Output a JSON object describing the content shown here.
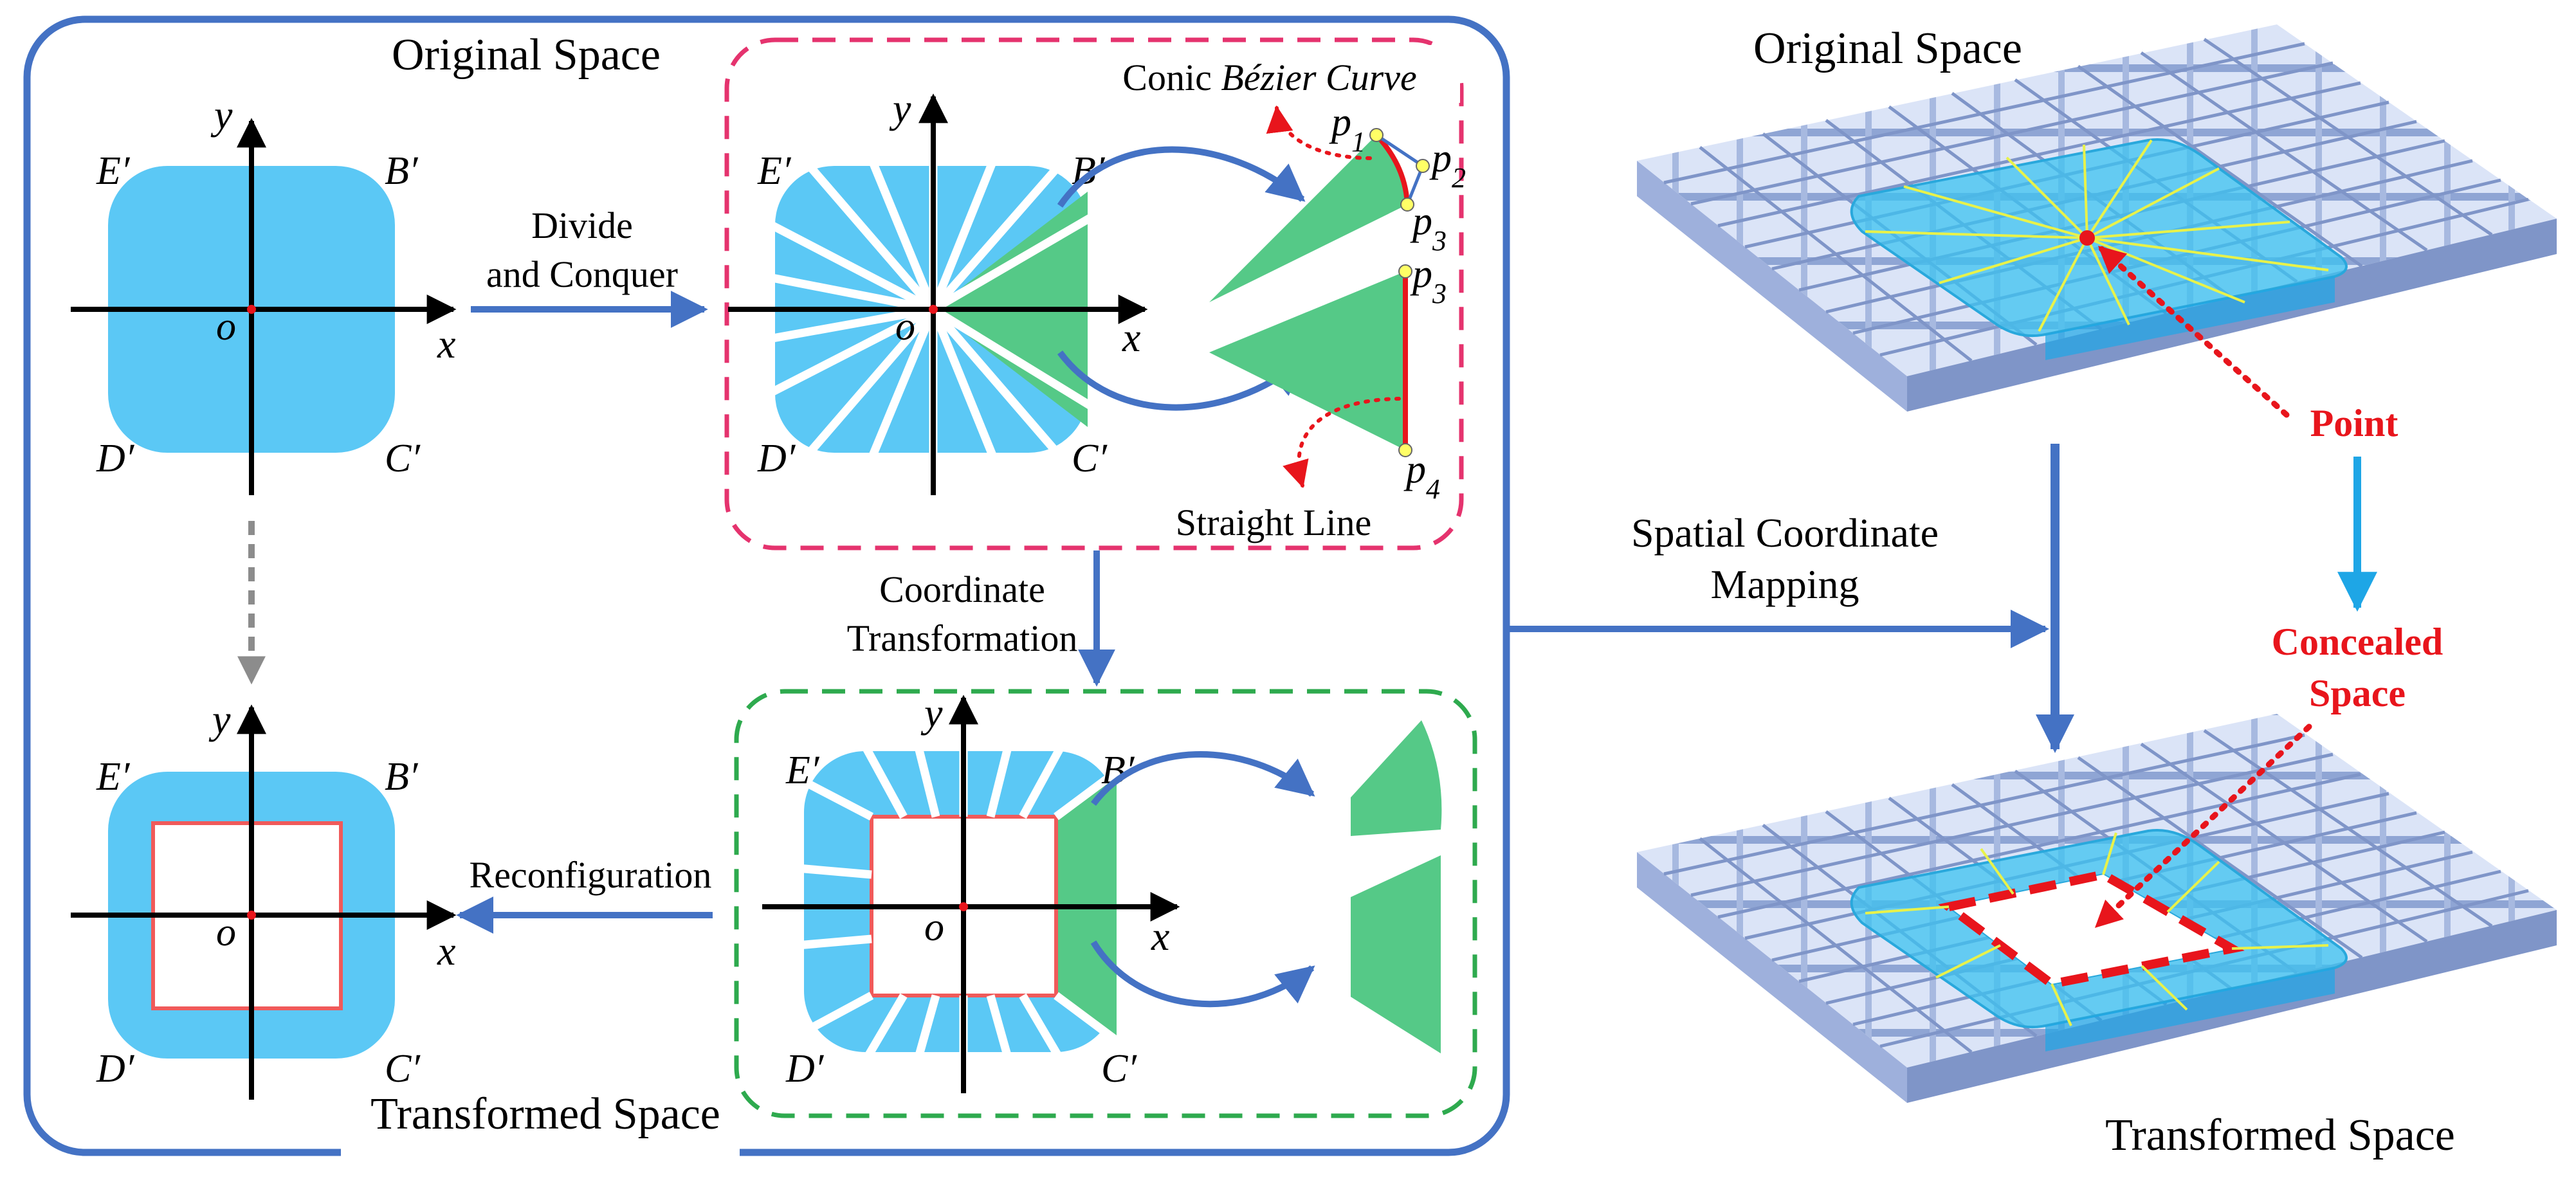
{
  "labels": {
    "original_space": "Original Space",
    "transformed_space": "Transformed Space",
    "original_space_right": "Original Space",
    "transformed_space_right": "Transformed Space",
    "divide_1": "Divide",
    "divide_2": "and Conquer",
    "conic_prefix": "Conic ",
    "conic_italic": "Bézier Curve",
    "straight_line": "Straight Line",
    "coord_1": "Coordinate",
    "coord_2": "Transformation",
    "reconfiguration": "Reconfiguration",
    "spatial_1": "Spatial Coordinate",
    "spatial_2": "Mapping",
    "point": "Point",
    "concealed_1": "Concealed",
    "concealed_2": "Space"
  },
  "axes": {
    "x": "x",
    "y": "y",
    "origin": "o"
  },
  "corners": {
    "e": "E′",
    "b": "B′",
    "d": "D′",
    "c": "C′"
  },
  "control_points": {
    "p": "p",
    "p1": "1",
    "p2": "2",
    "p3": "3",
    "p4": "4"
  },
  "colors": {
    "frame_blue": "#4472c4",
    "shape_blue": "#5bc8f5",
    "wedge_green": "#55c987",
    "inner_red": "#f05a5a",
    "pink_dash": "#e5336e",
    "green_dash": "#2eaa4e",
    "grid_top": "#b8c8ec",
    "grid_side": "#8fa5d4",
    "accent_red": "#e8151c",
    "arrow_cyan": "#1ea6e6"
  }
}
